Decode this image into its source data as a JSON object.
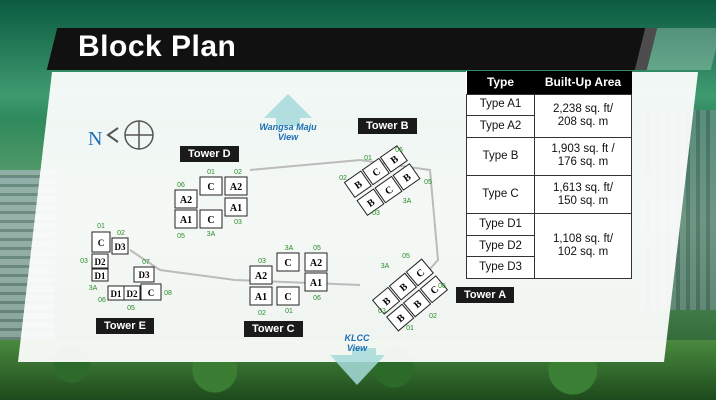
{
  "title": "Block Plan",
  "compass": {
    "label": "N"
  },
  "views": {
    "top": [
      "Wangsa Maju",
      "View"
    ],
    "bottom": [
      "KLCC",
      "View"
    ]
  },
  "towers": {
    "a": "Tower A",
    "b": "Tower B",
    "c": "Tower C",
    "d": "Tower D",
    "e": "Tower E"
  },
  "table": {
    "headers": [
      "Type",
      "Built-Up Area"
    ],
    "rows": [
      {
        "type": "Type A1",
        "area": [
          "2,238 sq. ft/",
          "208 sq. m"
        ]
      },
      {
        "type": "Type A2"
      },
      {
        "type": "Type B",
        "area": [
          "1,903 sq. ft /",
          "176 sq. m"
        ]
      },
      {
        "type": "Type C",
        "area": [
          "1,613 sq. ft/",
          "150 sq. m"
        ]
      },
      {
        "type": "Type D1",
        "area": [
          "1,108 sq. ft/",
          "102 sq. m"
        ]
      },
      {
        "type": "Type D2"
      },
      {
        "type": "Type D3"
      }
    ]
  },
  "colors": {
    "unit_number": "#2a8a2a",
    "view_text": "#1d6fb5",
    "arrow": "#9fd3d3"
  },
  "tower_d": {
    "units": [
      "A2",
      "C",
      "A2",
      "A1",
      "C",
      "A1"
    ],
    "numbers": [
      "06",
      "01",
      "02",
      "05",
      "3A",
      "03"
    ]
  },
  "tower_c": {
    "units": [
      "C",
      "A2",
      "A2",
      "A1",
      "C",
      "A1"
    ],
    "numbers": [
      "3A",
      "05",
      "03",
      "02",
      "01",
      "06"
    ]
  },
  "tower_e": {
    "units": [
      "C",
      "D3",
      "D2",
      "D1",
      "D3",
      "D1",
      "D2",
      "C"
    ],
    "numbers": [
      "01",
      "02",
      "03",
      "07",
      "3A",
      "06",
      "05",
      "08"
    ]
  },
  "tower_b": {
    "units": [
      "B",
      "C",
      "B",
      "B",
      "C",
      "B"
    ],
    "numbers": [
      "01",
      "06",
      "02",
      "05",
      "03",
      "3A"
    ]
  },
  "tower_a": {
    "units": [
      "B",
      "B",
      "C",
      "B",
      "B",
      "C"
    ],
    "numbers": [
      "3A",
      "05",
      "06",
      "03",
      "01",
      "02"
    ]
  }
}
